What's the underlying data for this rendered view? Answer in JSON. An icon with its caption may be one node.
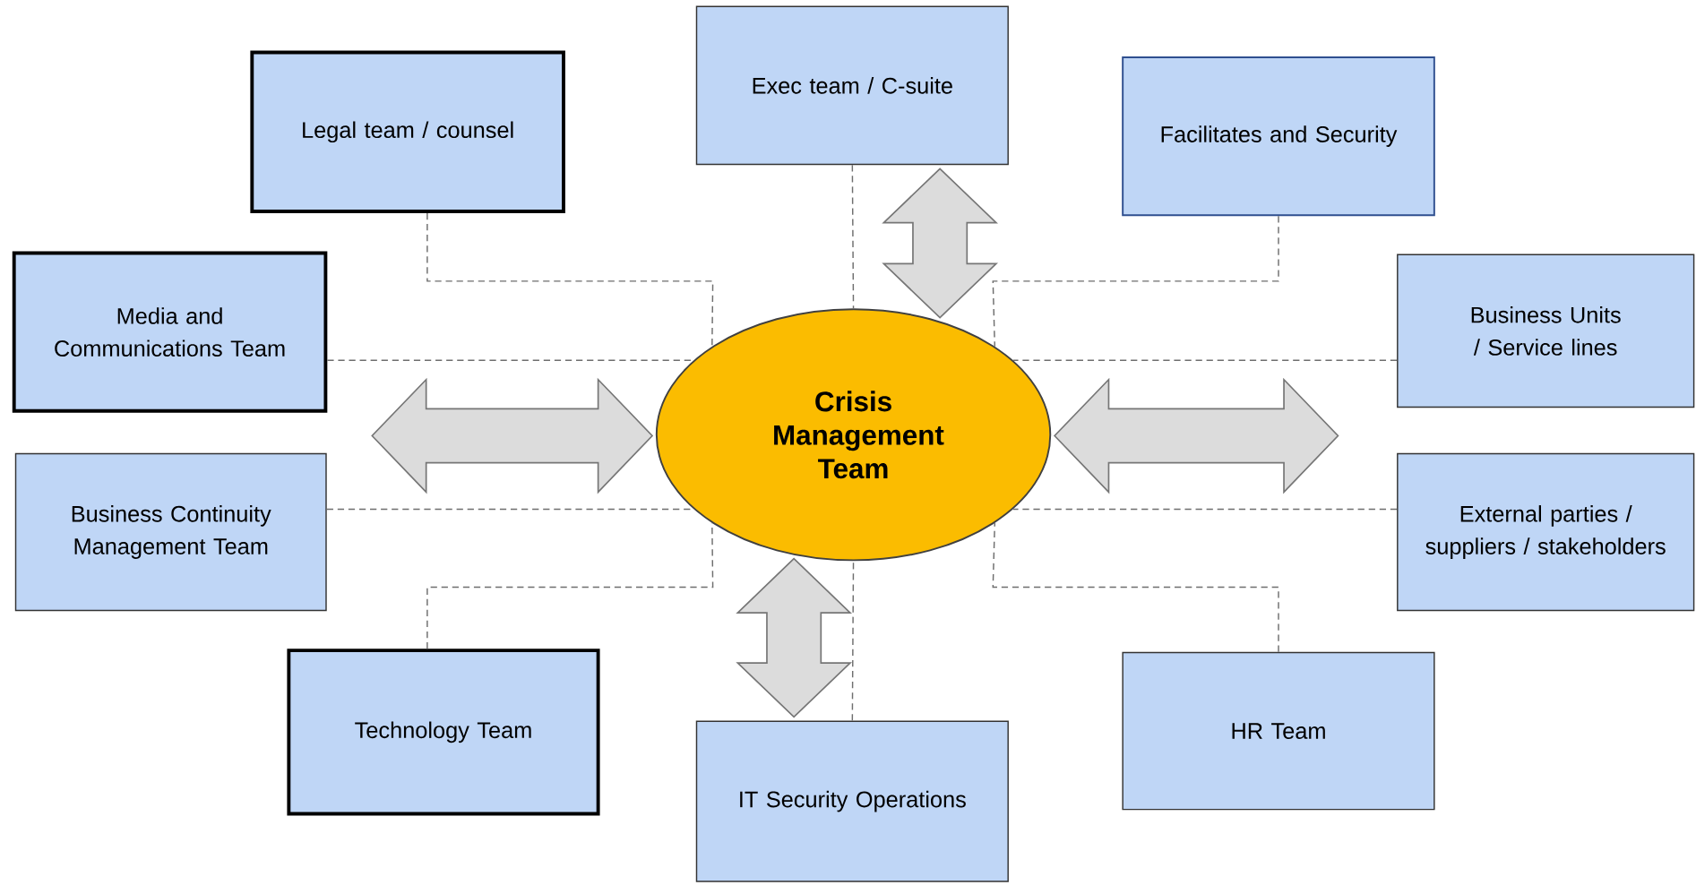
{
  "diagram": {
    "nodes": [
      {
        "text": [
          "Legal team / counsel"
        ]
      },
      {
        "text": [
          "Exec team / C-suite"
        ]
      },
      {
        "text": [
          "Facilitates and Security"
        ]
      },
      {
        "text": [
          "Media and Communications Team"
        ]
      },
      {
        "text": [
          "Business Units / Service lines"
        ]
      },
      {
        "text": [
          "Crisis Management Team"
        ]
      },
      {
        "text": [
          "Business Continuity Management Team"
        ]
      },
      {
        "text": [
          "External parties / suppliers / stakeholders"
        ]
      },
      {
        "text": [
          "Technology Team"
        ]
      },
      {
        "text": [
          "IT Security Operations"
        ]
      },
      {
        "text": [
          "HR Team"
        ]
      }
    ],
    "edges": [
      {
        "from": 0,
        "to": 5,
        "arrow": "none",
        "style": "dashed"
      },
      {
        "from": 1,
        "to": 5,
        "arrow": "none",
        "style": "dashed"
      },
      {
        "from": 2,
        "to": 5,
        "arrow": "none",
        "style": "dashed"
      },
      {
        "from": 3,
        "to": 5,
        "arrow": "none",
        "style": "dashed"
      },
      {
        "from": 4,
        "to": 5,
        "arrow": "none",
        "style": "dashed"
      },
      {
        "from": 6,
        "to": 5,
        "arrow": "none",
        "style": "dashed"
      },
      {
        "from": 7,
        "to": 5,
        "arrow": "none",
        "style": "dashed"
      },
      {
        "from": 8,
        "to": 5,
        "arrow": "none",
        "style": "dashed"
      },
      {
        "from": 9,
        "to": 5,
        "arrow": "none",
        "style": "dashed"
      },
      {
        "from": 10,
        "to": 5,
        "arrow": "none",
        "style": "dashed"
      },
      {
        "from": 1,
        "to": 5,
        "arrow": "both",
        "style": "thick"
      },
      {
        "from": 5,
        "to": 9,
        "arrow": "both",
        "style": "thick"
      },
      {
        "from": null,
        "to": 5,
        "arrow": "both",
        "style": "thick"
      },
      {
        "from": 5,
        "to": null,
        "arrow": "both",
        "style": "thick"
      }
    ]
  }
}
